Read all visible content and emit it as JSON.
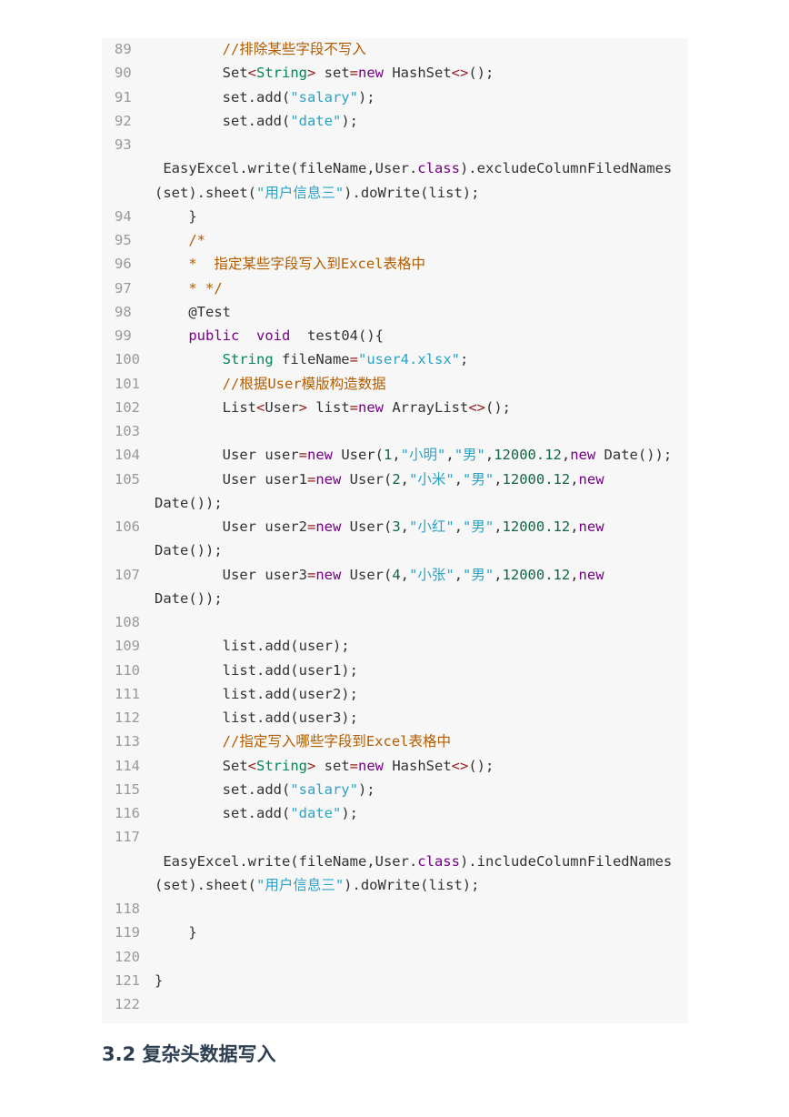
{
  "code_lines": [
    {
      "no": "89",
      "parts": [
        {
          "c": "cm",
          "t": "        //排除某些字段不写入"
        }
      ]
    },
    {
      "no": "90",
      "parts": [
        {
          "c": "",
          "t": "        Set"
        },
        {
          "c": "op",
          "t": "<"
        },
        {
          "c": "ty",
          "t": "String"
        },
        {
          "c": "op",
          "t": ">"
        },
        {
          "c": "",
          "t": " set"
        },
        {
          "c": "op",
          "t": "="
        },
        {
          "c": "kw",
          "t": "new"
        },
        {
          "c": "",
          "t": " HashSet"
        },
        {
          "c": "op",
          "t": "<>"
        },
        {
          "c": "",
          "t": "();"
        }
      ]
    },
    {
      "no": "91",
      "parts": [
        {
          "c": "",
          "t": "        set.add("
        },
        {
          "c": "str",
          "t": "\"salary\""
        },
        {
          "c": "",
          "t": ");"
        }
      ]
    },
    {
      "no": "92",
      "parts": [
        {
          "c": "",
          "t": "        set.add("
        },
        {
          "c": "str",
          "t": "\"date\""
        },
        {
          "c": "",
          "t": ");"
        }
      ]
    },
    {
      "no": "93",
      "parts": []
    },
    {
      "no": "",
      "parts": [
        {
          "c": "",
          "t": " EasyExcel.write(fileName,User."
        },
        {
          "c": "kw",
          "t": "class"
        },
        {
          "c": "",
          "t": ").excludeColumnFiledNames"
        }
      ]
    },
    {
      "no": "",
      "parts": [
        {
          "c": "",
          "t": "(set).sheet("
        },
        {
          "c": "str",
          "t": "\"用户信息三\""
        },
        {
          "c": "",
          "t": ").doWrite(list);"
        }
      ]
    },
    {
      "no": "94",
      "parts": [
        {
          "c": "",
          "t": "    }"
        }
      ]
    },
    {
      "no": "95",
      "parts": [
        {
          "c": "cm",
          "t": "    /*"
        }
      ]
    },
    {
      "no": "96",
      "parts": [
        {
          "c": "cm",
          "t": "    *  指定某些字段写入到Excel表格中"
        }
      ]
    },
    {
      "no": "97",
      "parts": [
        {
          "c": "cm",
          "t": "    * */"
        }
      ]
    },
    {
      "no": "98",
      "parts": [
        {
          "c": "",
          "t": "    @Test"
        }
      ]
    },
    {
      "no": "99",
      "parts": [
        {
          "c": "kw",
          "t": "    public"
        },
        {
          "c": "",
          "t": "  "
        },
        {
          "c": "kw",
          "t": "void"
        },
        {
          "c": "",
          "t": "  test04(){"
        }
      ]
    },
    {
      "no": "100",
      "parts": [
        {
          "c": "ty",
          "t": "        String"
        },
        {
          "c": "",
          "t": " fileName"
        },
        {
          "c": "op",
          "t": "="
        },
        {
          "c": "str",
          "t": "\"user4.xlsx\""
        },
        {
          "c": "",
          "t": ";"
        }
      ]
    },
    {
      "no": "101",
      "parts": [
        {
          "c": "cm",
          "t": "        //根据User模版构造数据"
        }
      ]
    },
    {
      "no": "102",
      "parts": [
        {
          "c": "",
          "t": "        List"
        },
        {
          "c": "op",
          "t": "<"
        },
        {
          "c": "",
          "t": "User"
        },
        {
          "c": "op",
          "t": ">"
        },
        {
          "c": "",
          "t": " list"
        },
        {
          "c": "op",
          "t": "="
        },
        {
          "c": "kw",
          "t": "new"
        },
        {
          "c": "",
          "t": " ArrayList"
        },
        {
          "c": "op",
          "t": "<>"
        },
        {
          "c": "",
          "t": "();"
        }
      ]
    },
    {
      "no": "103",
      "parts": []
    },
    {
      "no": "104",
      "parts": [
        {
          "c": "",
          "t": "        User user"
        },
        {
          "c": "op",
          "t": "="
        },
        {
          "c": "kw",
          "t": "new"
        },
        {
          "c": "",
          "t": " User("
        },
        {
          "c": "num",
          "t": "1"
        },
        {
          "c": "",
          "t": ","
        },
        {
          "c": "str",
          "t": "\"小明\""
        },
        {
          "c": "",
          "t": ","
        },
        {
          "c": "str",
          "t": "\"男\""
        },
        {
          "c": "",
          "t": ","
        },
        {
          "c": "num",
          "t": "12000.12"
        },
        {
          "c": "",
          "t": ","
        },
        {
          "c": "kw",
          "t": "new"
        },
        {
          "c": "",
          "t": " Date());"
        }
      ]
    },
    {
      "no": "105",
      "parts": [
        {
          "c": "",
          "t": "        User user1"
        },
        {
          "c": "op",
          "t": "="
        },
        {
          "c": "kw",
          "t": "new"
        },
        {
          "c": "",
          "t": " User("
        },
        {
          "c": "num",
          "t": "2"
        },
        {
          "c": "",
          "t": ","
        },
        {
          "c": "str",
          "t": "\"小米\""
        },
        {
          "c": "",
          "t": ","
        },
        {
          "c": "str",
          "t": "\"男\""
        },
        {
          "c": "",
          "t": ","
        },
        {
          "c": "num",
          "t": "12000.12"
        },
        {
          "c": "",
          "t": ","
        },
        {
          "c": "kw",
          "t": "new"
        }
      ]
    },
    {
      "no": "",
      "parts": [
        {
          "c": "",
          "t": "Date());"
        }
      ]
    },
    {
      "no": "106",
      "parts": [
        {
          "c": "",
          "t": "        User user2"
        },
        {
          "c": "op",
          "t": "="
        },
        {
          "c": "kw",
          "t": "new"
        },
        {
          "c": "",
          "t": " User("
        },
        {
          "c": "num",
          "t": "3"
        },
        {
          "c": "",
          "t": ","
        },
        {
          "c": "str",
          "t": "\"小红\""
        },
        {
          "c": "",
          "t": ","
        },
        {
          "c": "str",
          "t": "\"男\""
        },
        {
          "c": "",
          "t": ","
        },
        {
          "c": "num",
          "t": "12000.12"
        },
        {
          "c": "",
          "t": ","
        },
        {
          "c": "kw",
          "t": "new"
        }
      ]
    },
    {
      "no": "",
      "parts": [
        {
          "c": "",
          "t": "Date());"
        }
      ]
    },
    {
      "no": "107",
      "parts": [
        {
          "c": "",
          "t": "        User user3"
        },
        {
          "c": "op",
          "t": "="
        },
        {
          "c": "kw",
          "t": "new"
        },
        {
          "c": "",
          "t": " User("
        },
        {
          "c": "num",
          "t": "4"
        },
        {
          "c": "",
          "t": ","
        },
        {
          "c": "str",
          "t": "\"小张\""
        },
        {
          "c": "",
          "t": ","
        },
        {
          "c": "str",
          "t": "\"男\""
        },
        {
          "c": "",
          "t": ","
        },
        {
          "c": "num",
          "t": "12000.12"
        },
        {
          "c": "",
          "t": ","
        },
        {
          "c": "kw",
          "t": "new"
        }
      ]
    },
    {
      "no": "",
      "parts": [
        {
          "c": "",
          "t": "Date());"
        }
      ]
    },
    {
      "no": "108",
      "parts": []
    },
    {
      "no": "109",
      "parts": [
        {
          "c": "",
          "t": "        list.add(user);"
        }
      ]
    },
    {
      "no": "110",
      "parts": [
        {
          "c": "",
          "t": "        list.add(user1);"
        }
      ]
    },
    {
      "no": "111",
      "parts": [
        {
          "c": "",
          "t": "        list.add(user2);"
        }
      ]
    },
    {
      "no": "112",
      "parts": [
        {
          "c": "",
          "t": "        list.add(user3);"
        }
      ]
    },
    {
      "no": "113",
      "parts": [
        {
          "c": "cm",
          "t": "        //指定写入哪些字段到Excel表格中"
        }
      ]
    },
    {
      "no": "114",
      "parts": [
        {
          "c": "",
          "t": "        Set"
        },
        {
          "c": "op",
          "t": "<"
        },
        {
          "c": "ty",
          "t": "String"
        },
        {
          "c": "op",
          "t": ">"
        },
        {
          "c": "",
          "t": " set"
        },
        {
          "c": "op",
          "t": "="
        },
        {
          "c": "kw",
          "t": "new"
        },
        {
          "c": "",
          "t": " HashSet"
        },
        {
          "c": "op",
          "t": "<>"
        },
        {
          "c": "",
          "t": "();"
        }
      ]
    },
    {
      "no": "115",
      "parts": [
        {
          "c": "",
          "t": "        set.add("
        },
        {
          "c": "str",
          "t": "\"salary\""
        },
        {
          "c": "",
          "t": ");"
        }
      ]
    },
    {
      "no": "116",
      "parts": [
        {
          "c": "",
          "t": "        set.add("
        },
        {
          "c": "str",
          "t": "\"date\""
        },
        {
          "c": "",
          "t": ");"
        }
      ]
    },
    {
      "no": "117",
      "parts": []
    },
    {
      "no": "",
      "parts": [
        {
          "c": "",
          "t": " EasyExcel.write(fileName,User."
        },
        {
          "c": "kw",
          "t": "class"
        },
        {
          "c": "",
          "t": ").includeColumnFiledNames"
        }
      ]
    },
    {
      "no": "",
      "parts": [
        {
          "c": "",
          "t": "(set).sheet("
        },
        {
          "c": "str",
          "t": "\"用户信息三\""
        },
        {
          "c": "",
          "t": ").doWrite(list);"
        }
      ]
    },
    {
      "no": "118",
      "parts": []
    },
    {
      "no": "119",
      "parts": [
        {
          "c": "",
          "t": "    }"
        }
      ]
    },
    {
      "no": "120",
      "parts": []
    },
    {
      "no": "121",
      "parts": [
        {
          "c": "",
          "t": "}"
        }
      ]
    },
    {
      "no": "122",
      "parts": []
    }
  ],
  "heading": "3.2 复杂头数据写入"
}
